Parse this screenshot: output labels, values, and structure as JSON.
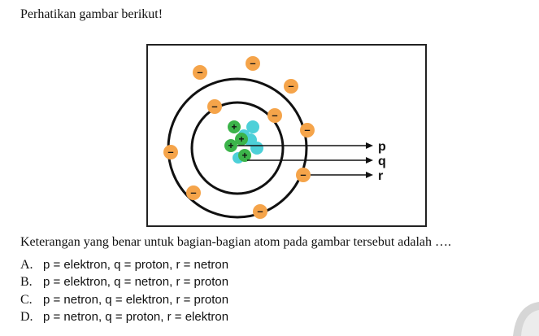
{
  "question": "Perhatikan gambar berikut!",
  "figure": {
    "labels": {
      "p": "p",
      "q": "q",
      "r": "r"
    },
    "electron_sign": "–",
    "proton_sign": "+",
    "colors": {
      "electron": "#f5a44a",
      "proton": "#3cb44a",
      "neutron": "#4dd0d8",
      "border": "#222222"
    }
  },
  "statement": "Keterangan yang benar untuk bagian-bagian atom pada gambar tersebut adalah ….",
  "options": [
    {
      "letter": "A.",
      "text": "p = elektron, q = proton, r = netron"
    },
    {
      "letter": "B.",
      "text": "p = elektron, q = netron, r = proton"
    },
    {
      "letter": "C.",
      "text": "p = netron, q = elektron, r = proton"
    },
    {
      "letter": "D.",
      "text": "p = netron, q = proton, r = elektron"
    }
  ]
}
